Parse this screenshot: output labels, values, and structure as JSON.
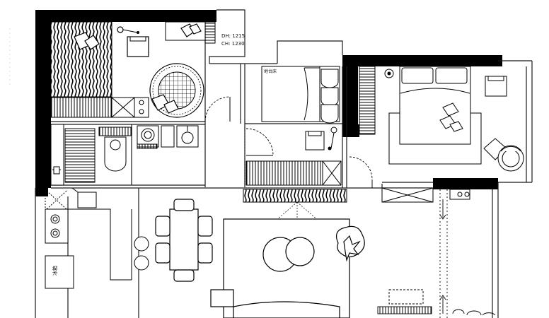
{
  "labels": {
    "door_height": "DH: 1215",
    "ceiling_height": "CH: 1230",
    "room_tag": "地台床",
    "fridge_tag": "冰箱"
  },
  "colors": {
    "wall": "#000000",
    "line": "#1a1a1a",
    "paper": "#ffffff"
  }
}
